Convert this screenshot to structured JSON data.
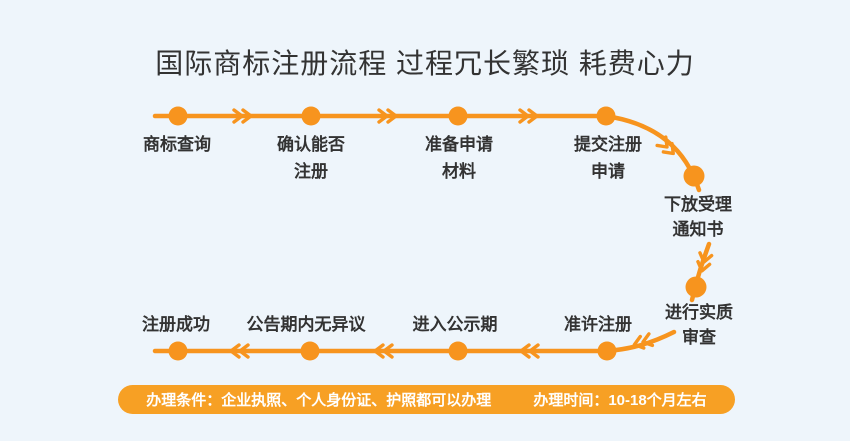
{
  "title": "国际商标注册流程 过程冗长繁琐 耗费心力",
  "colors": {
    "background": "#eef5fb",
    "flow_orange": "#f7941e",
    "banner_orange": "#f7a024",
    "text_dark": "#333333",
    "banner_text": "#ffffff"
  },
  "steps": [
    {
      "name": "trademark-search",
      "line1": "商标查询"
    },
    {
      "name": "confirm-registrable",
      "line1": "确认能否",
      "line2": "注册"
    },
    {
      "name": "prepare-materials",
      "line1": "准备申请",
      "line2": "材料"
    },
    {
      "name": "submit-application",
      "line1": "提交注册",
      "line2": "申请"
    },
    {
      "name": "acceptance-notice",
      "line1": "下放受理",
      "line2": "通知书"
    },
    {
      "name": "substantive-examination",
      "line1": "进行实质",
      "line2": "审查"
    },
    {
      "name": "approve-registration",
      "line1": "准许注册"
    },
    {
      "name": "public-notice-period",
      "line1": "进入公示期"
    },
    {
      "name": "no-objection-in-announcement",
      "line1": "公告期内无异议"
    },
    {
      "name": "registration-success",
      "line1": "注册成功"
    }
  ],
  "banner": {
    "conditions": "办理条件：企业执照、个人身份证、护照都可以办理",
    "time": "办理时间：10-18个月左右"
  }
}
